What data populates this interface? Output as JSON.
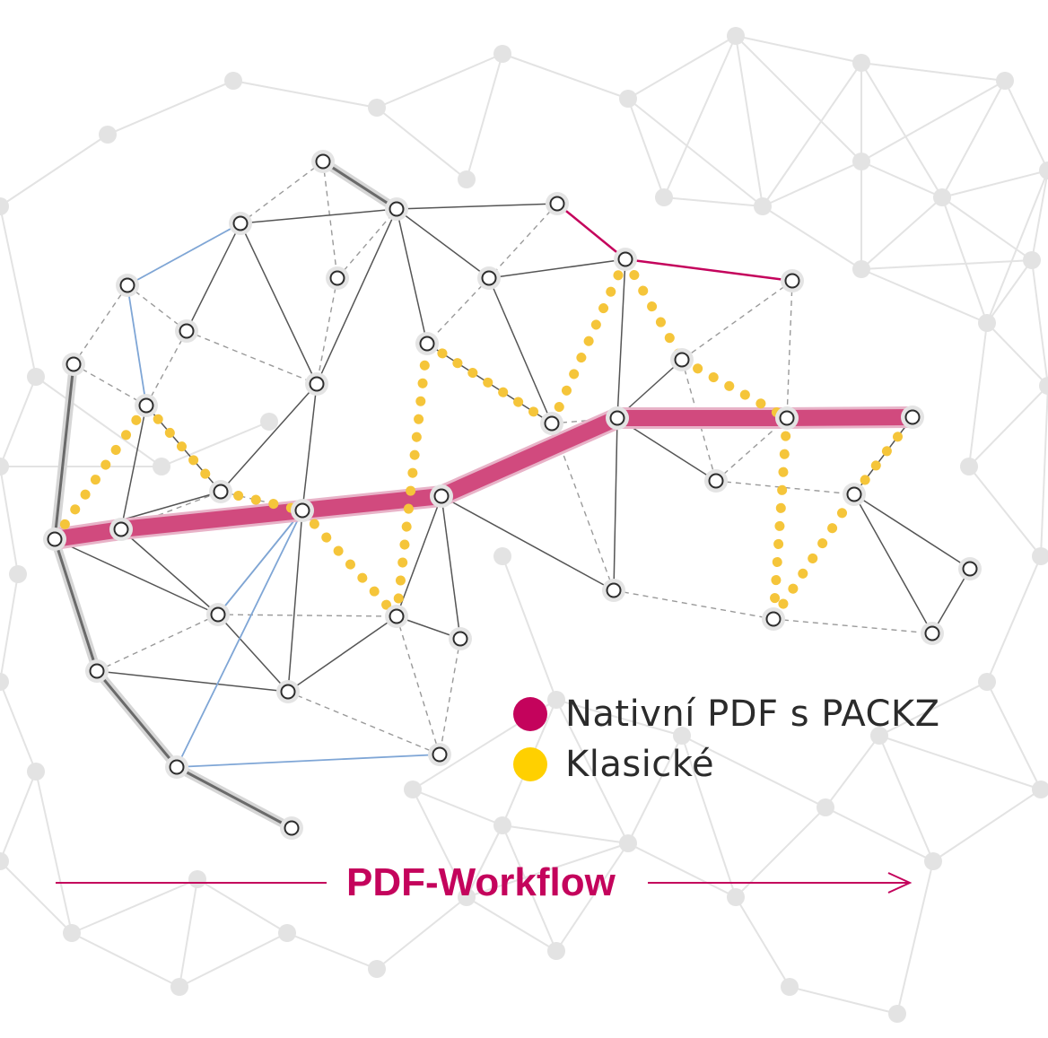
{
  "colors": {
    "packz": "#c4035c",
    "packz_band": "#d14a7e",
    "classic": "#f5c53a",
    "classic_legend": "#ffd000",
    "edge_solid": "#555555",
    "edge_dashed": "#9a9a9a",
    "edge_blue": "#7fa6d6",
    "node_stroke": "#2d2d2d",
    "background_net": "#e3e3e3"
  },
  "legend": {
    "items": [
      {
        "label": "Nativní PDF s PACKZ",
        "color": "#c4035c"
      },
      {
        "label": "Klasické",
        "color": "#ffd000"
      }
    ]
  },
  "workflow": {
    "label": "PDF-Workflow",
    "color": "#c4035c",
    "arrow_icon": "arrow-right-icon"
  },
  "network": {
    "nodes": [
      "n1",
      "n2",
      "n3",
      "n4",
      "n5",
      "n6",
      "n7",
      "n8",
      "n9",
      "n10",
      "n11",
      "n12",
      "n13",
      "n14",
      "n15",
      "n16",
      "n17",
      "n18",
      "n19",
      "n20",
      "n21",
      "n22",
      "n23",
      "n24",
      "n25",
      "n26",
      "n27",
      "n28",
      "n29",
      "n30",
      "n31",
      "n32",
      "n33",
      "n34",
      "n35"
    ],
    "packz_path": [
      "n19",
      "n21",
      "n23",
      "n26",
      "n29",
      "n31",
      "n32"
    ],
    "classic_path": [
      "n19",
      "n16",
      "n22",
      "n24",
      "n20",
      "n15",
      "n27",
      "n12",
      "n28",
      "n31",
      "n30",
      "n33",
      "n32"
    ]
  }
}
